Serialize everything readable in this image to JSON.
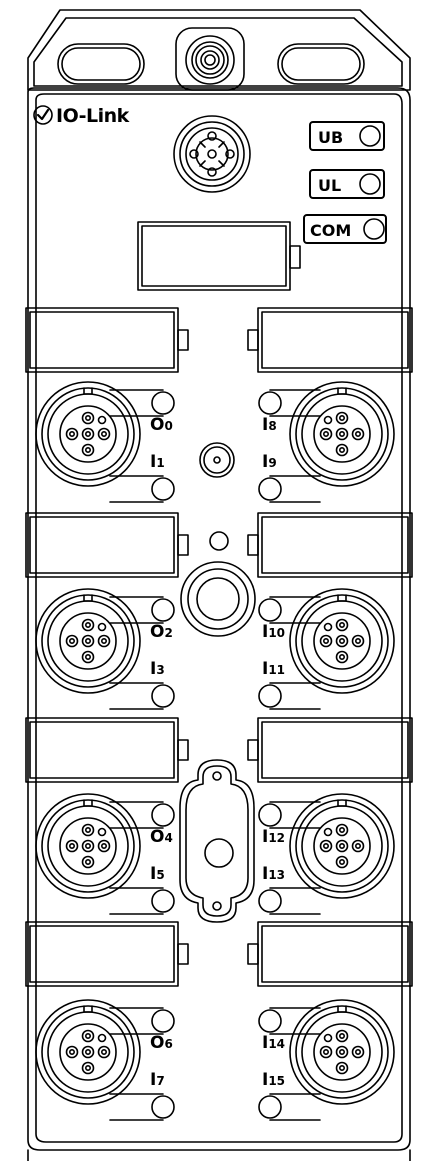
{
  "brand": {
    "name": "IO-Link"
  },
  "status_indicators": [
    {
      "label": "UB"
    },
    {
      "label": "UL"
    },
    {
      "label": "COM"
    }
  ],
  "ports_left": [
    {
      "top_label": "O",
      "top_sub": "0",
      "bottom_label": "I",
      "bottom_sub": "1"
    },
    {
      "top_label": "O",
      "top_sub": "2",
      "bottom_label": "I",
      "bottom_sub": "3"
    },
    {
      "top_label": "O",
      "top_sub": "4",
      "bottom_label": "I",
      "bottom_sub": "5"
    },
    {
      "top_label": "O",
      "top_sub": "6",
      "bottom_label": "I",
      "bottom_sub": "7"
    }
  ],
  "ports_right": [
    {
      "top_label": "I",
      "top_sub": "8",
      "bottom_label": "I",
      "bottom_sub": "9"
    },
    {
      "top_label": "I",
      "top_sub": "10",
      "bottom_label": "I",
      "bottom_sub": "11"
    },
    {
      "top_label": "I",
      "top_sub": "12",
      "bottom_label": "I",
      "bottom_sub": "13"
    },
    {
      "top_label": "I",
      "top_sub": "14",
      "bottom_label": "I",
      "bottom_sub": "15"
    }
  ]
}
